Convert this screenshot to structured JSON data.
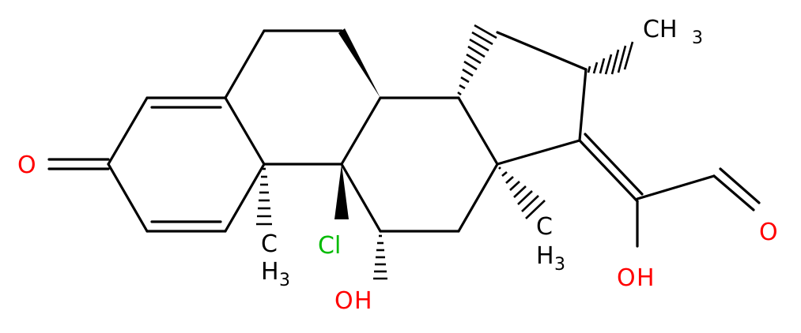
{
  "diagram_type": "skeletal chemical structure",
  "colors": {
    "bond": "#000000",
    "oxygen": "#ff0000",
    "chlorine": "#00bb00",
    "carbon_label": "#000000",
    "background": "#ffffff"
  },
  "labels": {
    "ketone_o": "O",
    "aldehyde_o": "O",
    "enol_oh": "OH",
    "oh_11": "OH",
    "chlorine": "Cl",
    "methyl_16": "CH3",
    "methyl_10": "CH3",
    "methyl_13": "CH3"
  },
  "label_parts": {
    "ch3_main": "CH",
    "ch3_sub": "3",
    "h3_h": "H",
    "h3_sub": "3",
    "oh_o": "O",
    "oh_h": "H"
  }
}
